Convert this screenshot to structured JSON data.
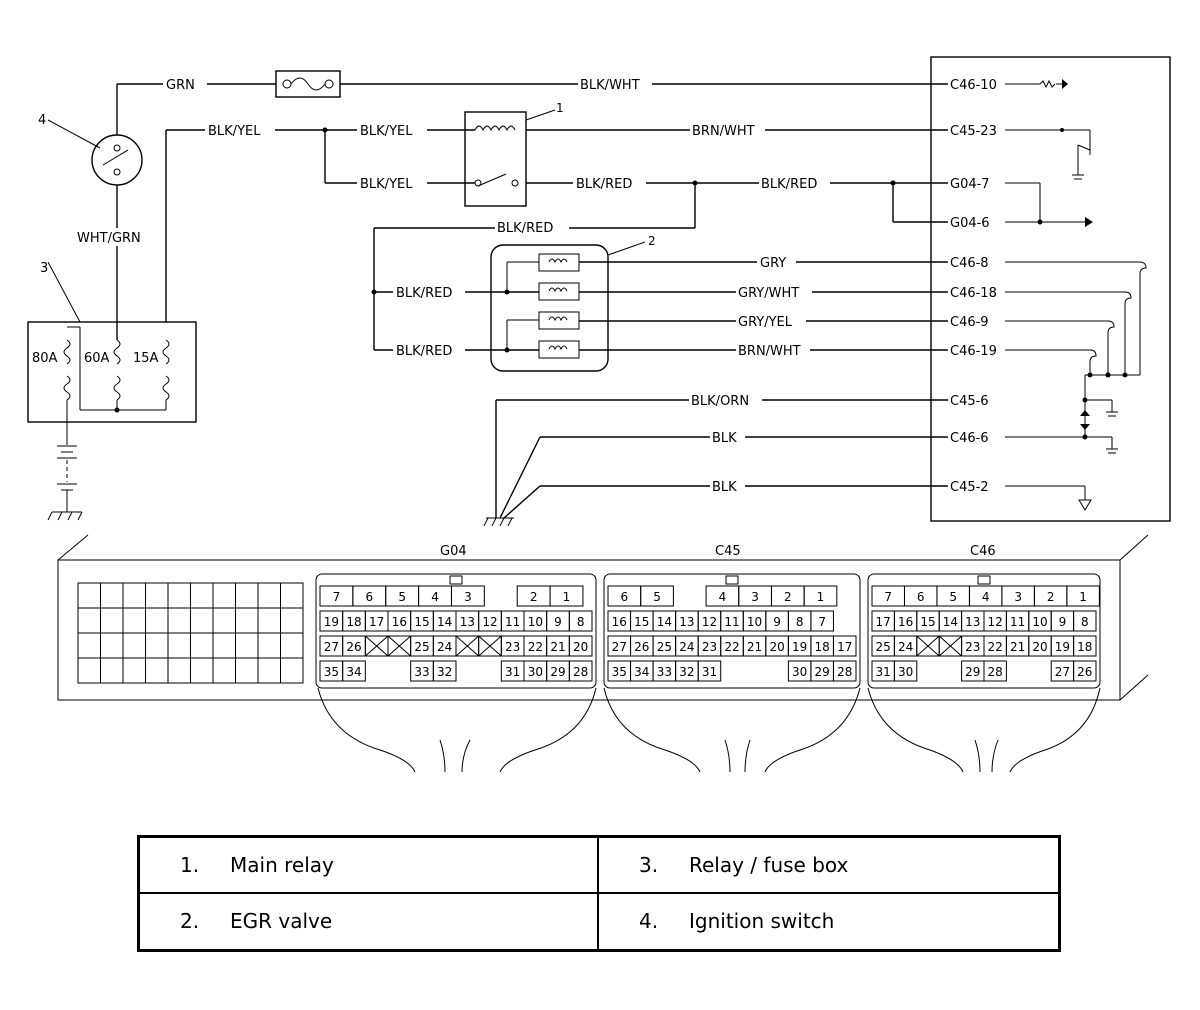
{
  "callouts": [
    "1",
    "2",
    "3",
    "4"
  ],
  "fuses": [
    "80A",
    "60A",
    "15A"
  ],
  "wires": {
    "grn": "GRN",
    "blk_wht": "BLK/WHT",
    "blk_yel": "BLK/YEL",
    "brn_wht": "BRN/WHT",
    "blk_red": "BLK/RED",
    "wht_grn": "WHT/GRN",
    "gry": "GRY",
    "gry_wht": "GRY/WHT",
    "gry_yel": "GRY/YEL",
    "blk_orn": "BLK/ORN",
    "blk": "BLK"
  },
  "terminals": [
    "C46-10",
    "C45-23",
    "G04-7",
    "G04-6",
    "C46-8",
    "C46-18",
    "C46-9",
    "C46-19",
    "C45-6",
    "C46-6",
    "C45-2"
  ],
  "connectors": {
    "g04": {
      "name": "G04",
      "row1": [
        "7",
        "6",
        "5",
        "4",
        "3",
        "",
        "2",
        "1"
      ],
      "row2": [
        "19",
        "18",
        "17",
        "16",
        "15",
        "14",
        "13",
        "12",
        "11",
        "10",
        "9",
        "8"
      ],
      "row3": [
        "27",
        "26",
        "X",
        "X",
        "25",
        "24",
        "X",
        "X",
        "23",
        "22",
        "21",
        "20"
      ],
      "row4": [
        "35",
        "34",
        "",
        "",
        "33",
        "32",
        "",
        "",
        "31",
        "30",
        "29",
        "28"
      ]
    },
    "c45": {
      "name": "C45",
      "row1": [
        "6",
        "5",
        "",
        "4",
        "3",
        "2",
        "1"
      ],
      "row2": [
        "16",
        "15",
        "14",
        "13",
        "12",
        "11",
        "10",
        "9",
        "8",
        "7"
      ],
      "row3": [
        "27",
        "26",
        "25",
        "24",
        "23",
        "22",
        "21",
        "20",
        "19",
        "18",
        "17"
      ],
      "row4": [
        "35",
        "34",
        "33",
        "32",
        "31",
        "",
        "",
        "",
        "30",
        "29",
        "28"
      ]
    },
    "c46": {
      "name": "C46",
      "row1": [
        "7",
        "6",
        "5",
        "4",
        "3",
        "2",
        "1"
      ],
      "row2": [
        "17",
        "16",
        "15",
        "14",
        "13",
        "12",
        "11",
        "10",
        "9",
        "8"
      ],
      "row3": [
        "25",
        "24",
        "X",
        "X",
        "23",
        "22",
        "21",
        "20",
        "19",
        "18"
      ],
      "row4": [
        "31",
        "30",
        "",
        "",
        "29",
        "28",
        "",
        "",
        "27",
        "26"
      ]
    }
  },
  "legend": [
    {
      "num": "1.",
      "label": "Main relay"
    },
    {
      "num": "3.",
      "label": "Relay / fuse box"
    },
    {
      "num": "2.",
      "label": "EGR valve"
    },
    {
      "num": "4.",
      "label": "Ignition switch"
    }
  ]
}
